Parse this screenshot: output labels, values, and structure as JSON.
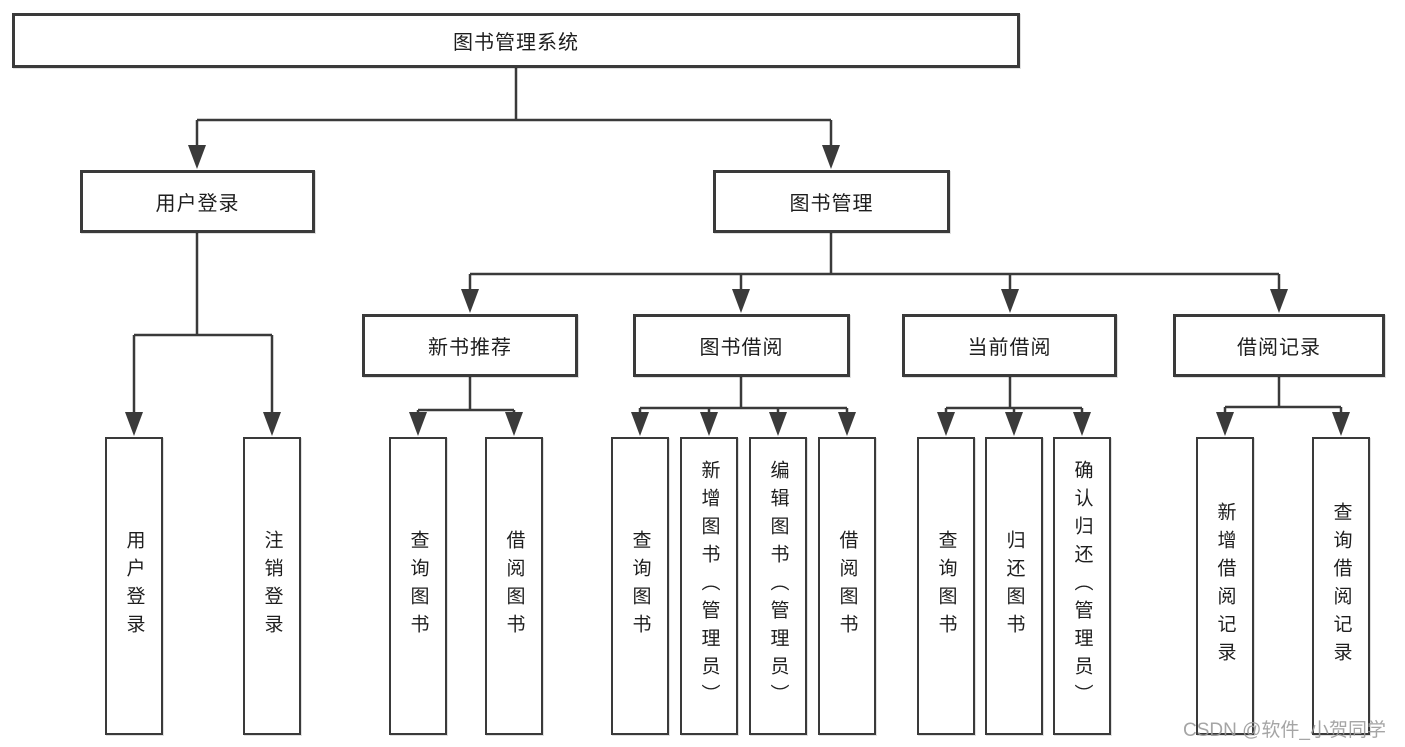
{
  "nodes": {
    "root": "图书管理系统",
    "user_login": "用户登录",
    "book_mgmt": "图书管理",
    "new_book_rec": "新书推荐",
    "book_borrow": "图书借阅",
    "current_borrow": "当前借阅",
    "borrow_records": "借阅记录",
    "leaf_user_login": "用户登录",
    "leaf_logout": "注销登录",
    "leaf_rec_query_book": "查询图书",
    "leaf_rec_borrow_book": "借阅图书",
    "leaf_bb_query_book": "查询图书",
    "leaf_bb_add_book": "新增图书（管理员）",
    "leaf_bb_edit_book": "编辑图书（管理员）",
    "leaf_bb_borrow_book": "借阅图书",
    "leaf_cb_query_book": "查询图书",
    "leaf_cb_return_book": "归还图书",
    "leaf_cb_confirm_return": "确认归还（管理员）",
    "leaf_br_add_record": "新增借阅记录",
    "leaf_br_query_record": "查询借阅记录"
  },
  "watermark": "CSDN @软件_小贺同学",
  "colors": {
    "line": "#3a3a3a",
    "box_border": "#3a3a3a",
    "box_fill": "#ffffff",
    "text": "#1e1e1e",
    "watermark": "#9b9b9b",
    "background": "#ffffff"
  }
}
